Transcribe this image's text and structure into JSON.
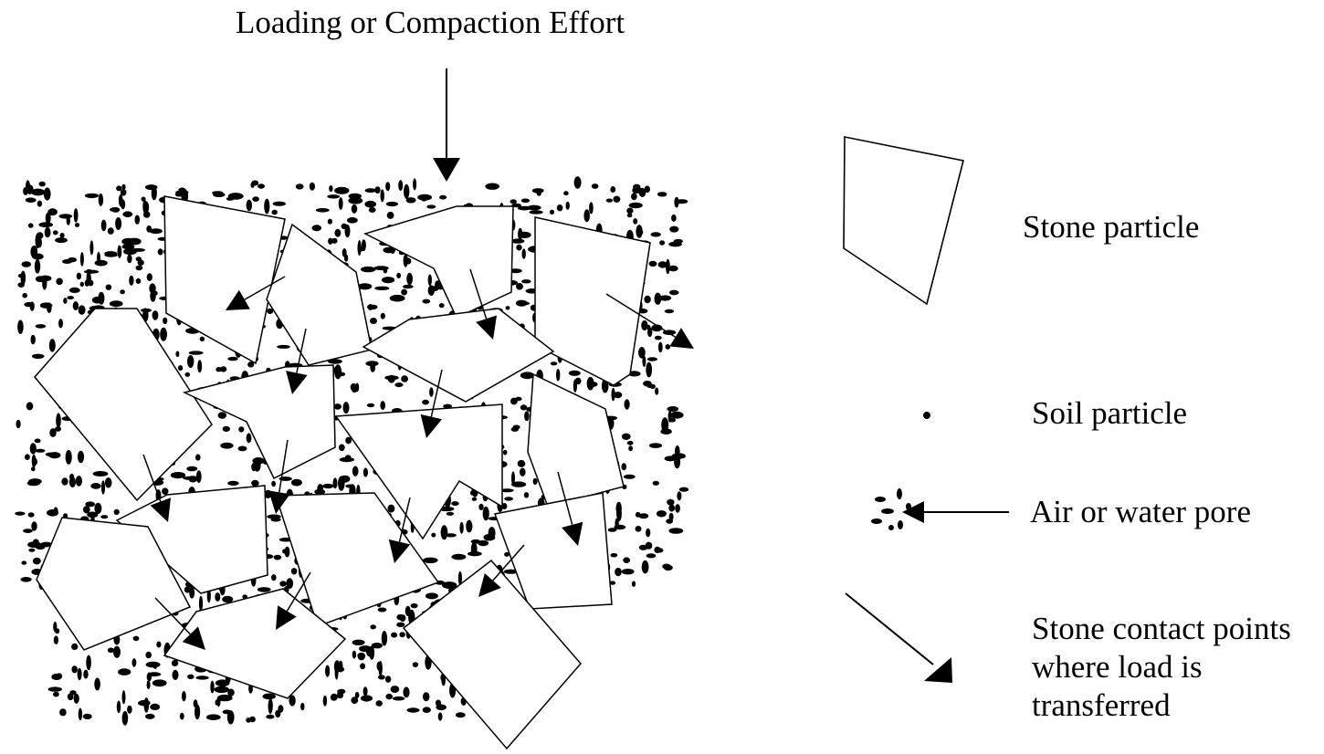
{
  "title": "Loading or Compaction Effort",
  "legend": {
    "stone_particle": "Stone particle",
    "soil_particle": "Soil particle",
    "pore": "Air or water pore",
    "contact_points": "Stone contact points\nwhere load is\ntransferred"
  },
  "colors": {
    "ink": "#000000",
    "paper": "#ffffff"
  }
}
